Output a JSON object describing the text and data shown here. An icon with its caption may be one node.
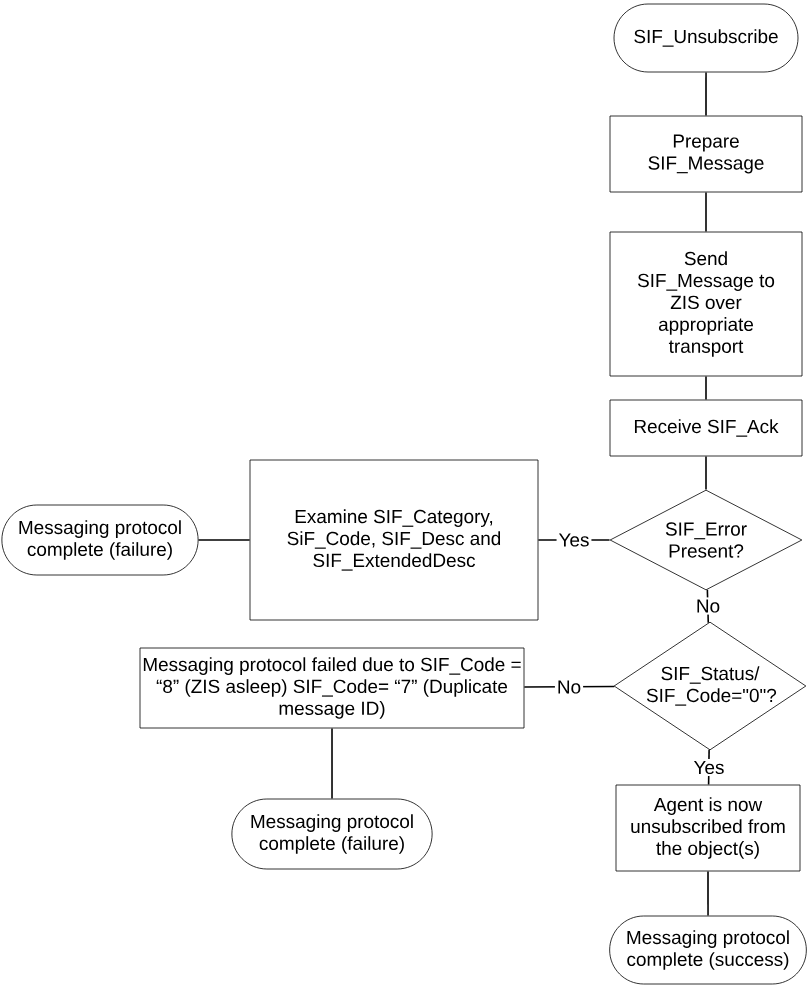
{
  "diagram": {
    "nodes": [
      {
        "text": [
          "SIF_Unsubscribe"
        ]
      },
      {
        "text": [
          "Prepare SIF_Message"
        ]
      },
      {
        "text": [
          "Send SIF_Message to ZIS over appropriate transport"
        ]
      },
      {
        "text": [
          "Receive SIF_Ack"
        ]
      },
      {
        "text": [
          "SIF_Error Present?"
        ]
      },
      {
        "text": [
          "Examine SIF_Category, SiF_Code, SIF_Desc and SIF_ExtendedDesc"
        ]
      },
      {
        "text": [
          "Messaging protocol complete (failure)"
        ]
      },
      {
        "text": [
          "SIF_Status/ SIF_Code=\"0\"?"
        ]
      },
      {
        "text": [
          "Messaging protocol failed due to SIF_Code = “8” (ZIS asleep) SIF_Code= “7” (Duplicate message ID)"
        ]
      },
      {
        "text": [
          "Messaging protocol complete (failure)"
        ]
      },
      {
        "text": [
          "Agent is now unsubscribed from the object(s)"
        ]
      },
      {
        "text": [
          "Messaging protocol complete (success)"
        ]
      }
    ],
    "edges": [
      {
        "from": 0,
        "to": 1,
        "arrow": "none"
      },
      {
        "from": 1,
        "to": 2,
        "arrow": "none"
      },
      {
        "from": 2,
        "to": 3,
        "arrow": "none"
      },
      {
        "from": 3,
        "to": 4,
        "arrow": "none"
      },
      {
        "from": 4,
        "to": 5,
        "arrow": "none",
        "label": "Yes"
      },
      {
        "from": 5,
        "to": 6,
        "arrow": "none"
      },
      {
        "from": 4,
        "to": 7,
        "arrow": "none",
        "label": "No"
      },
      {
        "from": 7,
        "to": 8,
        "arrow": "none",
        "label": "No"
      },
      {
        "from": 7,
        "to": 10,
        "arrow": "none",
        "label": "Yes"
      },
      {
        "from": 8,
        "to": 9,
        "arrow": "none"
      },
      {
        "from": 10,
        "to": 11,
        "arrow": "none"
      }
    ]
  }
}
